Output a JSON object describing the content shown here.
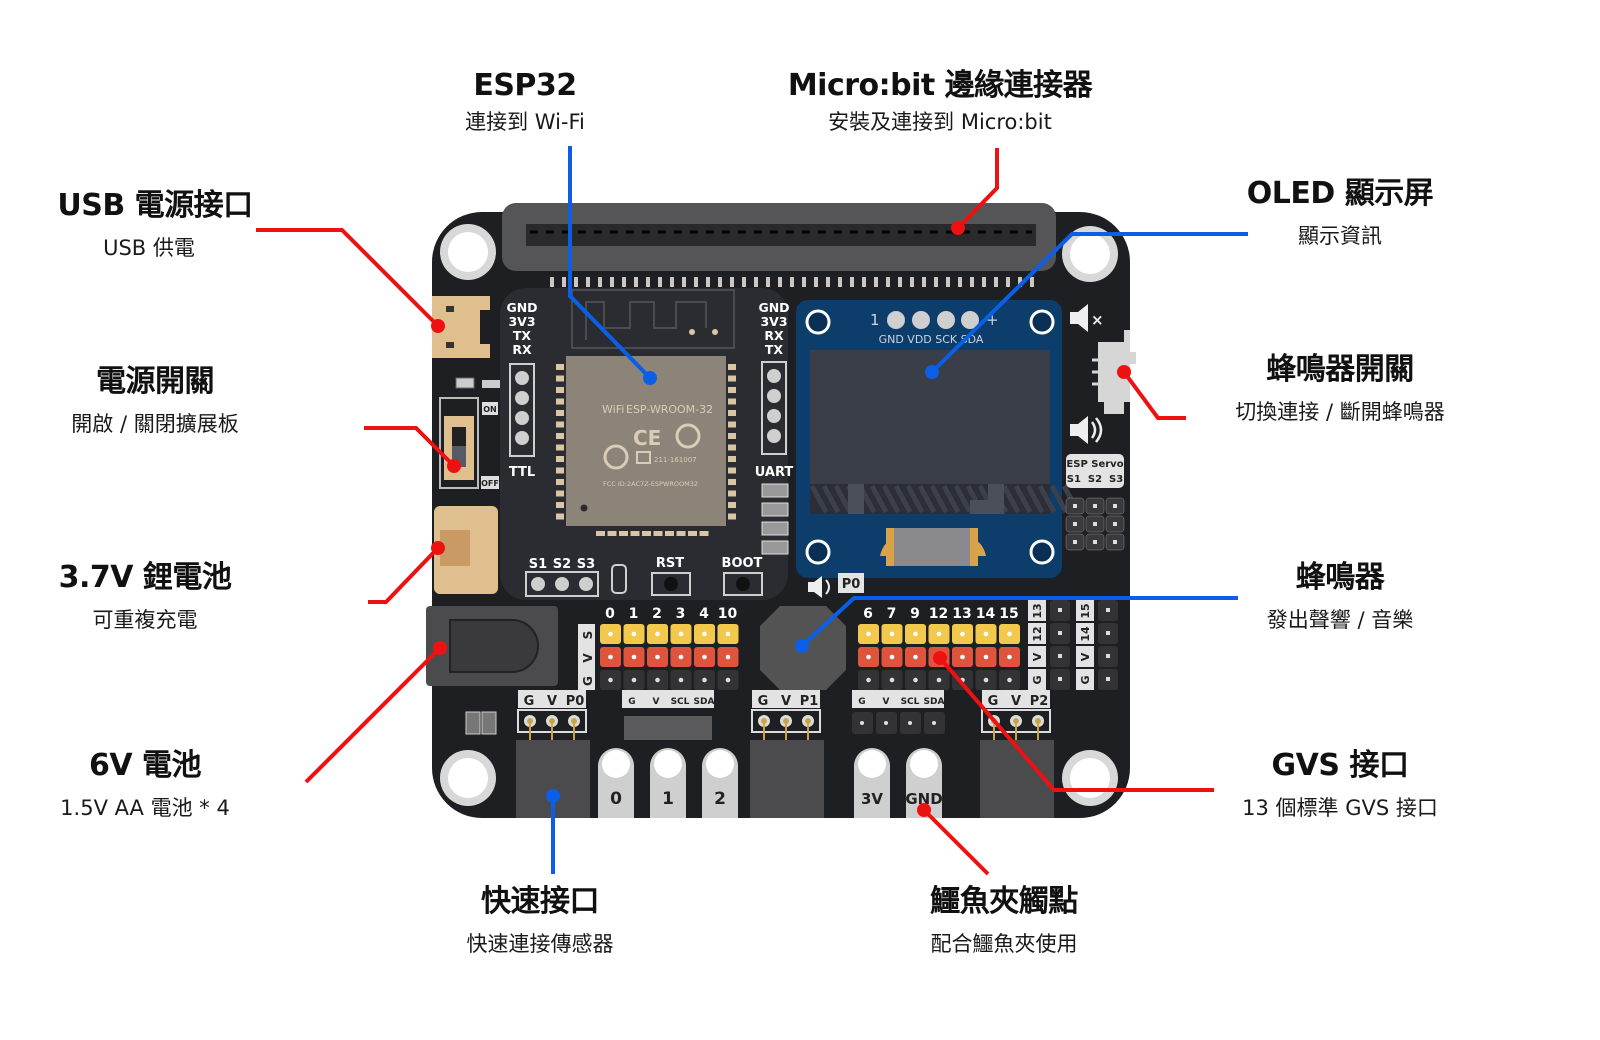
{
  "title": "Micro:bit ESP32 擴展板 元件說明",
  "colors": {
    "leader_red": "#ee1111",
    "leader_blue": "#0a5fe6",
    "pcb": "#1e1f22",
    "oled_board": "#0d3d6b",
    "pin_signal": "#f2c94c",
    "pin_vcc": "#e0533d"
  },
  "callouts": {
    "esp32": {
      "title": "ESP32",
      "subtitle": "連接到 Wi-Fi"
    },
    "microbit_edge": {
      "title": "Micro:bit 邊緣連接器",
      "subtitle": "安裝及連接到 Micro:bit"
    },
    "usb_power": {
      "title": "USB 電源接口",
      "subtitle": "USB 供電"
    },
    "power_switch": {
      "title": "電源開關",
      "subtitle": "開啟 / 關閉擴展板"
    },
    "lipo": {
      "title": "3.7V 鋰電池",
      "subtitle": "可重複充電"
    },
    "aa_battery": {
      "title": "6V 電池",
      "subtitle": "1.5V AA 電池 * 4"
    },
    "oled": {
      "title": "OLED 顯示屏",
      "subtitle": "顯示資訊"
    },
    "buzzer_switch": {
      "title": "蜂鳴器開關",
      "subtitle": "切換連接 / 斷開蜂鳴器"
    },
    "buzzer": {
      "title": "蜂鳴器",
      "subtitle": "發出聲響 / 音樂"
    },
    "gvs": {
      "title": "GVS 接口",
      "subtitle": "13 個標準 GVS 接口"
    },
    "quick_port": {
      "title": "快速接口",
      "subtitle": "快速連接傳感器"
    },
    "croc_clip": {
      "title": "鱷魚夾觸點",
      "subtitle": "配合鱷魚夾使用"
    }
  },
  "board": {
    "ttl_header": {
      "pins": [
        "GND",
        "3V3",
        "TX",
        "RX"
      ],
      "label": "TTL"
    },
    "uart_header": {
      "pins": [
        "GND",
        "3V3",
        "RX",
        "TX"
      ],
      "label": "UART"
    },
    "esp_module": {
      "brand": "WiFi",
      "model": "ESP-WROOM-32",
      "cert": "211-161007",
      "fcc": "FCC ID:2AC7Z-ESPWROOM32"
    },
    "servo_header": {
      "labels": [
        "S1",
        "S2",
        "S3"
      ]
    },
    "buttons": [
      "RST",
      "BOOT"
    ],
    "switch_labels": {
      "on": "ON",
      "off": "OFF"
    },
    "oled_pins": {
      "index": "1",
      "plus": "+",
      "names": "GND VDD SCK SDA"
    },
    "esp_servo": {
      "title": "ESP Servo",
      "labels": "S1  S2  S3"
    },
    "buzzer_pin": "P0",
    "gvs_left": [
      "0",
      "1",
      "2",
      "3",
      "4",
      "10"
    ],
    "gvs_right": [
      "6",
      "7",
      "9",
      "12",
      "13",
      "14",
      "15"
    ],
    "gvs_rows": [
      "S",
      "V",
      "G"
    ],
    "side_gvs_a": [
      "13",
      "12",
      "V",
      "G"
    ],
    "side_gvs_b": [
      "15",
      "14",
      "V",
      "G"
    ],
    "quick_ports": [
      {
        "labels": [
          "G",
          "V",
          "P0"
        ]
      },
      {
        "labels": [
          "G",
          "V",
          "SCL",
          "SDA"
        ]
      },
      {
        "labels": [
          "G",
          "V",
          "P1"
        ]
      },
      {
        "labels": [
          "G",
          "V",
          "SCL",
          "SDA"
        ]
      },
      {
        "labels": [
          "G",
          "V",
          "P2"
        ]
      }
    ],
    "croc_pads": [
      "0",
      "1",
      "2",
      "3V",
      "GND"
    ]
  }
}
